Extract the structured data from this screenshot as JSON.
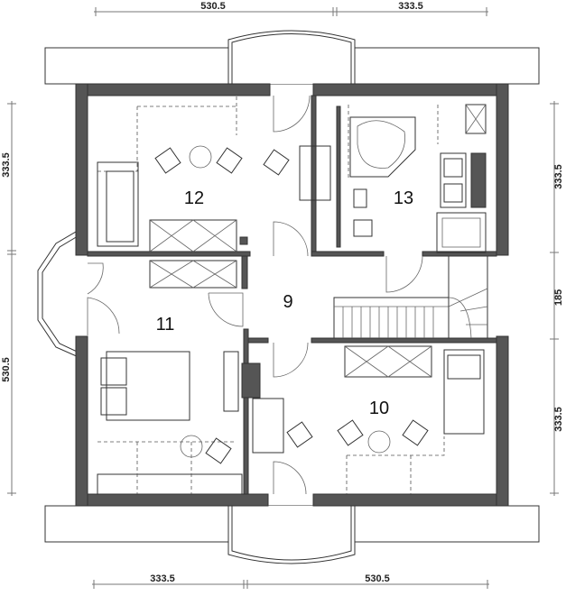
{
  "dimensions": {
    "top": [
      "530.5",
      "333.5"
    ],
    "bottom": [
      "333.5",
      "530.5"
    ],
    "left": [
      "333.5",
      "530.5"
    ],
    "right": [
      "333.5",
      "185",
      "333.5"
    ]
  },
  "rooms": [
    "12",
    "13",
    "9",
    "11",
    "10"
  ],
  "colors": {
    "wall": "#555555",
    "line": "#333333"
  }
}
